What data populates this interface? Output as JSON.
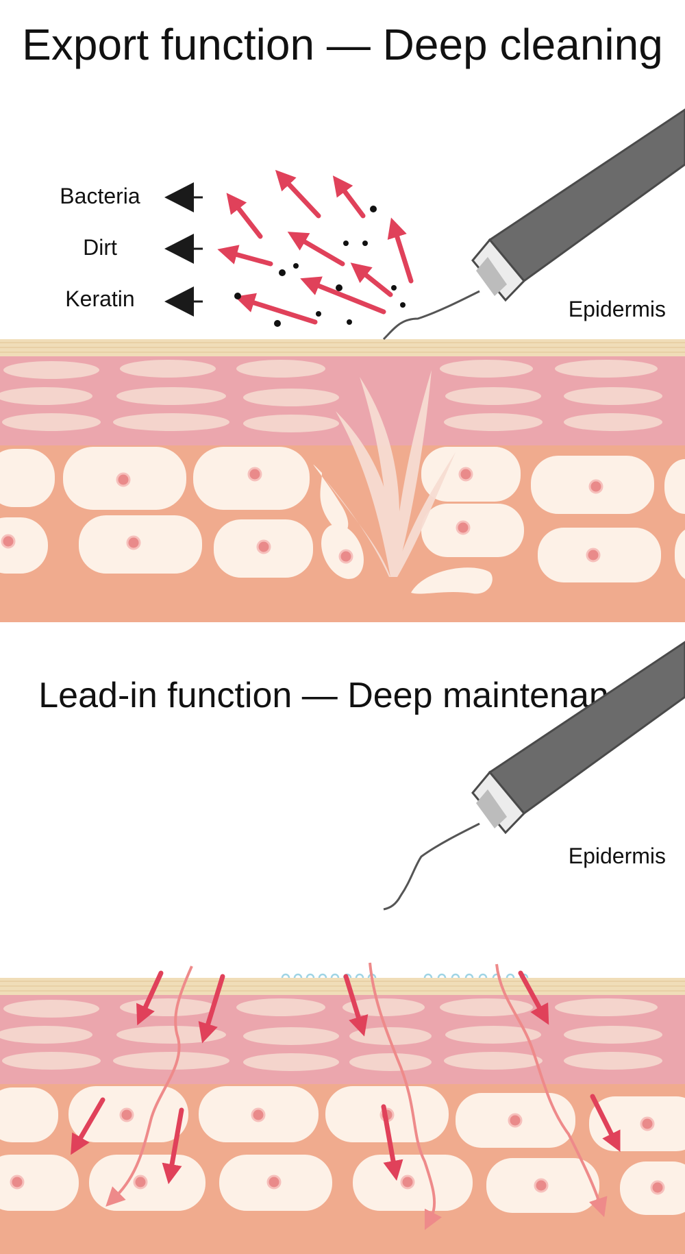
{
  "panels": {
    "export": {
      "title": "Export function — Deep cleaning",
      "epidermis_label": "Epidermis",
      "particle_labels": [
        "Bacteria",
        "Dirt",
        "Keratin"
      ]
    },
    "leadin": {
      "title": "Lead-in function — Deep maintenance",
      "epidermis_label": "Epidermis"
    }
  },
  "colors": {
    "arrow": "#e0415a",
    "dermis_pink": "#eba6ad",
    "subcutis_orange": "#f0ab8e",
    "stratum": "#f0ddb8",
    "cell": "#fdf1e7",
    "nucleus": "#e98a8a",
    "probe": "#6e6e6e"
  }
}
